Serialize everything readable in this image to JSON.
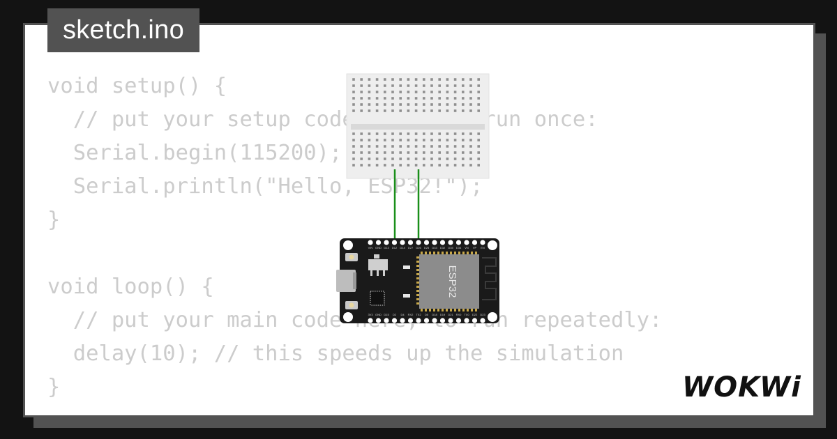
{
  "tab": {
    "filename": "sketch.ino"
  },
  "code": {
    "lines": [
      "void setup() {",
      "  // put your setup code here, to run once:",
      "  Serial.begin(115200);",
      "  Serial.println(\"Hello, ESP32!\");",
      "}",
      "",
      "void loop() {",
      "  // put your main code here, to run repeatedly:",
      "  delay(10); // this speeds up the simulation",
      "}"
    ]
  },
  "board": {
    "chip_label": "ESP32",
    "top_pin_labels": [
      "VIN",
      "GND",
      "D13",
      "D12",
      "D14",
      "D27",
      "D26",
      "D25",
      "D33",
      "D32",
      "D35",
      "D34",
      "VN",
      "VP",
      "EN"
    ],
    "bottom_pin_labels": [
      "3V3",
      "GND",
      "D15",
      "D2",
      "D4",
      "RX2",
      "TX2",
      "D5",
      "D18",
      "D19",
      "D21",
      "RX0",
      "TX0",
      "D22",
      "D23"
    ]
  },
  "colors": {
    "wire": "#1a8f1a",
    "board": "#1a1a1a",
    "chip": "#8c8c8c",
    "breadboard": "#eeeeee",
    "code_text": "#cccccc",
    "tab_background": "#525252"
  },
  "brand": {
    "logo_text": "WOKWi"
  }
}
